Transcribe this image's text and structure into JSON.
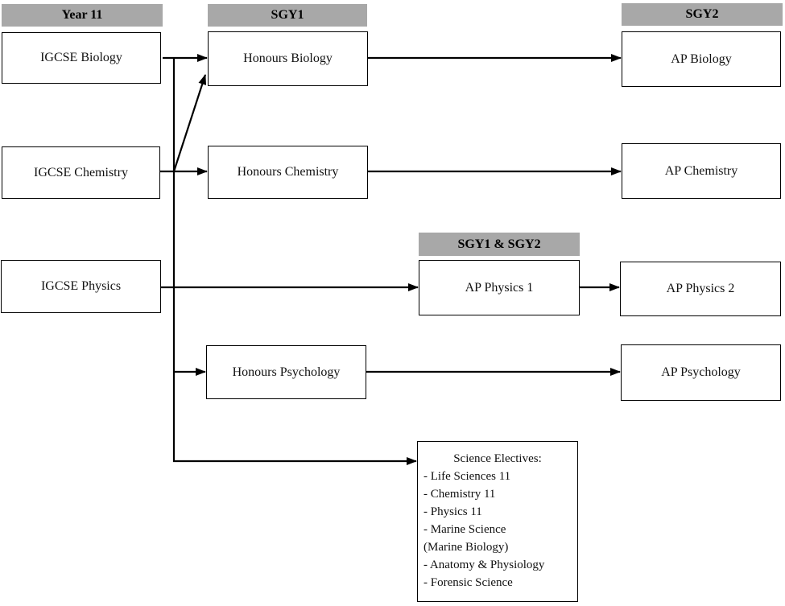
{
  "colors": {
    "background": "#ffffff",
    "header_bg": "#a8a8a8",
    "header_text": "#000000",
    "box_bg": "#ffffff",
    "box_border": "#000000",
    "connector": "#000000"
  },
  "column_headers": {
    "year11": "Year 11",
    "sgy1": "SGY1",
    "sgy2": "SGY2",
    "sgy1_and_sgy2": "SGY1 & SGY2"
  },
  "courses": {
    "igcse_biology": "IGCSE Biology",
    "igcse_chemistry": "IGCSE Chemistry",
    "igcse_physics": "IGCSE Physics",
    "honours_biology": "Honours Biology",
    "honours_chemistry": "Honours Chemistry",
    "honours_psychology": "Honours Psychology",
    "ap_physics_1": "AP Physics 1",
    "ap_biology": "AP Biology",
    "ap_chemistry": "AP Chemistry",
    "ap_physics_2": "AP Physics 2",
    "ap_psychology": "AP Psychology"
  },
  "electives": {
    "title": "Science Electives:",
    "items": [
      "- Life Sciences 11",
      "- Chemistry 11",
      "- Physics 11",
      "- Marine Science",
      "(Marine Biology)",
      "- Anatomy & Physiology",
      "- Forensic Science"
    ]
  },
  "connections": [
    {
      "from": "IGCSE Biology",
      "to": "Honours Biology"
    },
    {
      "from": "IGCSE Chemistry",
      "to": "Honours Chemistry"
    },
    {
      "from": "IGCSE Chemistry",
      "to": "Honours Biology"
    },
    {
      "from": "IGCSE Physics",
      "to": "AP Physics 1"
    },
    {
      "from": "Year 11 shared pathway",
      "to": "Honours Psychology"
    },
    {
      "from": "Year 11 shared pathway",
      "to": "Science Electives"
    },
    {
      "from": "Honours Biology",
      "to": "AP Biology"
    },
    {
      "from": "Honours Chemistry",
      "to": "AP Chemistry"
    },
    {
      "from": "AP Physics 1",
      "to": "AP Physics 2"
    },
    {
      "from": "Honours Psychology",
      "to": "AP Psychology"
    }
  ]
}
